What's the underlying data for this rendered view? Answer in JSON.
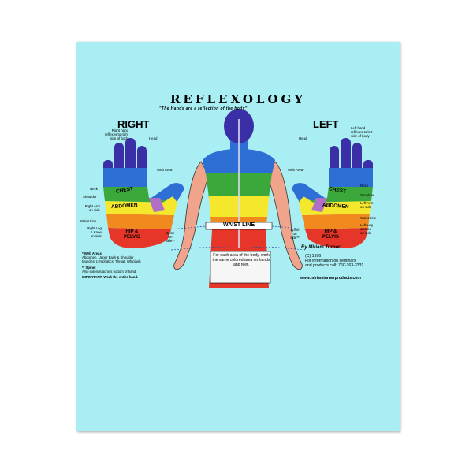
{
  "poster": {
    "title": "REFLEXOLOGY",
    "subtitle": "\"The Hands are a reflection of the body\"",
    "colors": {
      "background": "#a9eef3",
      "red": "#e53629",
      "orange": "#f08a1e",
      "yellow": "#f4e72c",
      "green": "#3aa83a",
      "blue": "#2d6fd4",
      "indigo": "#3b2fa8",
      "skin": "#f0a48c"
    }
  },
  "right_hand": {
    "heading": "RIGHT",
    "caption": [
      "Right hand",
      "reflexes to right",
      "side of body"
    ],
    "labels": {
      "head": "Head",
      "web_areas": "Web Area*",
      "neck": "Neck",
      "shoulder": "Shoulder",
      "right_arm": [
        "Right Arm",
        "on side"
      ],
      "waist_line": "Waist Line",
      "right_leg": [
        "Right Leg",
        "& Knee",
        "on side"
      ],
      "spine": [
        "Spine",
        "on",
        "side**"
      ]
    },
    "zones": {
      "chest": "CHEST",
      "abdomen": "ABDOMEN",
      "hip": [
        "HIP &",
        "PELVIS"
      ]
    }
  },
  "left_hand": {
    "heading": "LEFT",
    "caption": [
      "Left hand",
      "reflexes to left",
      "side of body"
    ],
    "labels": {
      "head": "Head",
      "web_areas": "Web Area*",
      "neck": "Neck",
      "shoulder": "Shoulder",
      "left_arm": [
        "Left Arm",
        "on side"
      ],
      "waist_line": "Waist Line",
      "left_leg": [
        "Left Leg",
        "& Knee",
        "on side"
      ],
      "spine": [
        "Spine",
        "on",
        "side**"
      ]
    },
    "zones": {
      "chest": "CHEST",
      "abdomen": "ABDOMEN",
      "hip": [
        "HIP &",
        "PELVIS"
      ]
    }
  },
  "body": {
    "waist_label": "WAIST LINE",
    "instruction": "For each area of the body, work the same colored area on hands and feet."
  },
  "notes": {
    "web_areas_title": "* Web Areas:",
    "web_areas_text": [
      "Abdomen, Upper Back & Shoulder",
      "Muscles, Lymphatics, Throat, Whiplash"
    ],
    "spine_title": "** Spine:",
    "spine_text": "Also extends across bottom of hand.",
    "important": "IMPORTANT: Work the entire hand."
  },
  "credits": {
    "author": "By Miriam Turner",
    "copyright": "(C) 1996",
    "info": [
      "For information on seminars",
      "and products call: 760-363-3331"
    ],
    "website": "www.miriamturnerproducts.com"
  }
}
